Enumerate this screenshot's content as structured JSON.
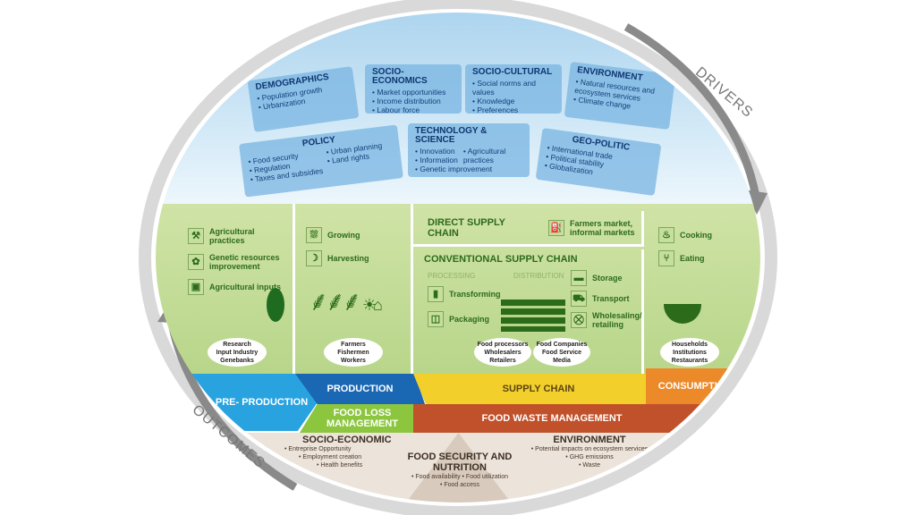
{
  "arrows": {
    "drivers": "DRIVERS",
    "outcomes": "OUTCOMES"
  },
  "drivers": [
    {
      "title": "DEMOGRAPHICS",
      "items": [
        "• Population growth",
        "• Urbanization"
      ]
    },
    {
      "title": "SOCIO-ECONOMICS",
      "items": [
        "• Market opportunities",
        "• Income distribution",
        "• Labour force"
      ]
    },
    {
      "title": "SOCIO-CULTURAL",
      "items": [
        "• Social norms and values",
        "• Knowledge",
        "• Preferences"
      ]
    },
    {
      "title": "ENVIRONMENT",
      "items": [
        "• Natural resources and ecosystem services",
        "• Climate change"
      ]
    },
    {
      "title": "POLICY",
      "items": [
        "• Food security",
        "• Regulation",
        "• Taxes and subsidies",
        "• Urban planning",
        "• Land rights"
      ]
    },
    {
      "title": "TECHNOLOGY & SCIENCE",
      "items": [
        "• Innovation",
        "• Information",
        "• Genetic improvement",
        "• Agricultural practices"
      ]
    },
    {
      "title": "GEO-POLITIC",
      "items": [
        "• International trade",
        "• Political stability",
        "• Globalization"
      ]
    }
  ],
  "preproduction": {
    "items": [
      "Agricultural practices",
      "Genetic resources improvement",
      "Agricultural inputs"
    ],
    "actors": [
      "Research",
      "Input Industry",
      "Genebanks"
    ]
  },
  "production": {
    "items": [
      "Growing",
      "Harvesting"
    ],
    "actors": [
      "Farmers",
      "Fishermen",
      "Workers"
    ]
  },
  "supply": {
    "direct_title": "DIRECT SUPPLY CHAIN",
    "direct_item": "Farmers market, informal markets",
    "conv_title": "CONVENTIONAL SUPPLY CHAIN",
    "processing": "PROCESSING",
    "distribution": "DISTRIBUTION",
    "proc_items": [
      "Transforming",
      "Packaging"
    ],
    "dist_items": [
      "Storage",
      "Transport",
      "Wholesaling/ retailing"
    ],
    "actors1": [
      "Food processors",
      "Wholesalers",
      "Retailers"
    ],
    "actors2": [
      "Food Companies",
      "Food Service",
      "Media"
    ]
  },
  "consumption": {
    "items": [
      "Cooking",
      "Eating"
    ],
    "actors": [
      "Households",
      "Institutions",
      "Restaurants"
    ]
  },
  "stages": {
    "pre": "PRE- PRODUCTION",
    "production": "PRODUCTION",
    "supply": "SUPPLY CHAIN",
    "consumption": "CONSUMPTION",
    "loss": "FOOD LOSS MANAGEMENT",
    "waste": "FOOD WASTE MANAGEMENT"
  },
  "outcomes": {
    "socio": {
      "title": "SOCIO-ECONOMIC",
      "items": [
        "• Entreprise Opportunity",
        "• Employment creation",
        "• Health benefits"
      ]
    },
    "fsn": {
      "title": "FOOD SECURITY AND NUTRITION",
      "items": [
        "• Food availability  • Food utilization",
        "• Food access"
      ]
    },
    "env": {
      "title": "ENVIRONMENT",
      "items": [
        "• Potential impacts on ecosystem services",
        "• GHG emissions",
        "• Waste"
      ]
    }
  },
  "colors": {
    "pre": "#29a3e0",
    "production": "#1a67b3",
    "supply": "#f2cf2a",
    "consumption": "#ec8a2a",
    "loss": "#8cc63f",
    "waste": "#c0512a"
  }
}
